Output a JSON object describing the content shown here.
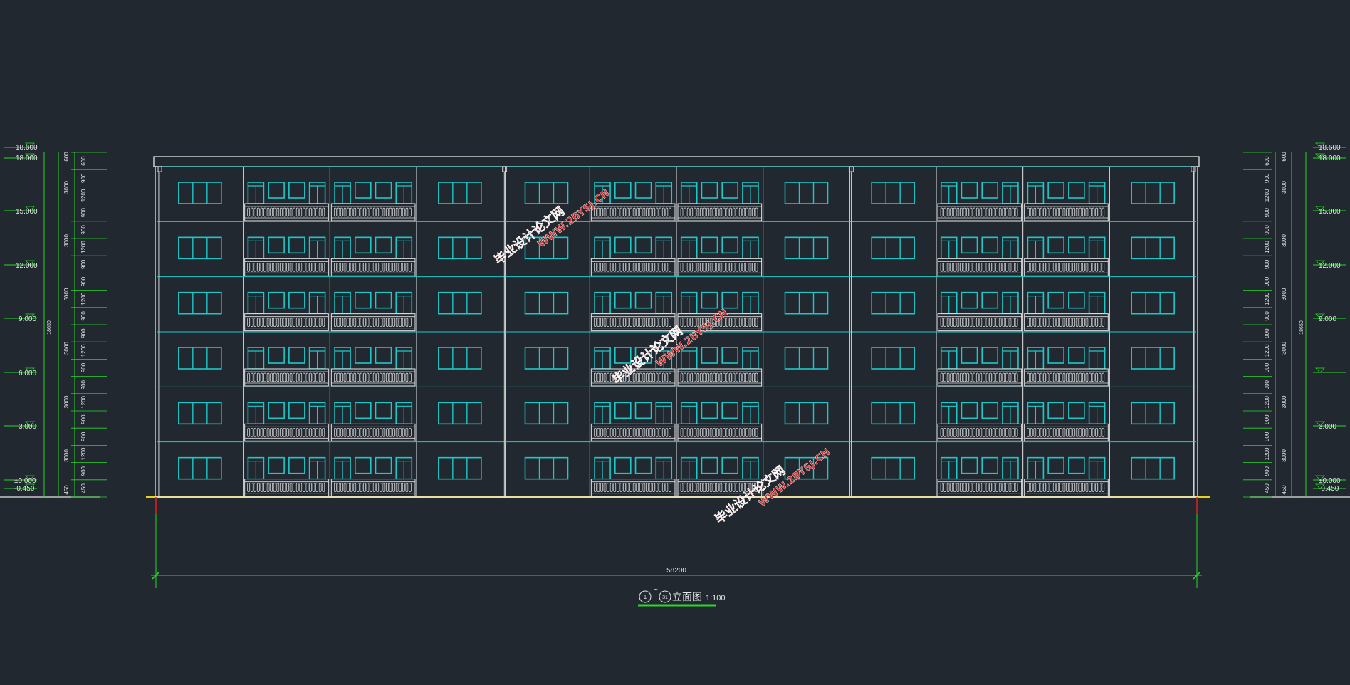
{
  "drawing": {
    "title": "立面图",
    "axis_start": "1",
    "axis_end": "31",
    "scale": "1:100",
    "overall_dimension": "58200"
  },
  "levels": [
    {
      "label": "18.600",
      "side": "both"
    },
    {
      "label": "18.000",
      "side": "both"
    },
    {
      "label": "15.000",
      "side": "both"
    },
    {
      "label": "12.000",
      "side": "both"
    },
    {
      "label": "9.000",
      "side": "both"
    },
    {
      "label": "6.000",
      "side": "left"
    },
    {
      "label": "3.000",
      "side": "both"
    },
    {
      "label": "±0.000",
      "side": "both"
    },
    {
      "label": "-0.450",
      "side": "both"
    }
  ],
  "vertical_dims": {
    "detail": [
      "600",
      "900",
      "1200",
      "900",
      "900",
      "1200",
      "900",
      "900",
      "1200",
      "900",
      "900",
      "1200",
      "900",
      "900",
      "1200",
      "900",
      "900",
      "1200",
      "900",
      "450"
    ],
    "floor": [
      "600",
      "3000",
      "3000",
      "3000",
      "3000",
      "3000",
      "3000",
      "450"
    ],
    "total": "18650"
  },
  "building": {
    "floors": 6,
    "bays": [
      {
        "type": "plain"
      },
      {
        "type": "balcony"
      },
      {
        "type": "balcony"
      },
      {
        "type": "plain"
      },
      {
        "type": "plain"
      },
      {
        "type": "balcony"
      },
      {
        "type": "balcony"
      },
      {
        "type": "plain"
      },
      {
        "type": "plain"
      },
      {
        "type": "balcony"
      },
      {
        "type": "balcony"
      },
      {
        "type": "plain"
      }
    ]
  },
  "watermarks": [
    {
      "line1": "毕业设计论文网",
      "line2": "WWW.2BYSJ.CN"
    },
    {
      "line1": "毕业设计论文网",
      "line2": "WWW.2BYSJ.CN"
    },
    {
      "line1": "毕业设计论文网",
      "line2": "WWW.2BYSJ.CN"
    }
  ],
  "colors": {
    "background": "#212830",
    "outline": "#e6e6e6",
    "window": "#1fc8c8",
    "dimension": "#2ad62a",
    "ground": "#e8d020",
    "watermark": "#cc3333"
  }
}
